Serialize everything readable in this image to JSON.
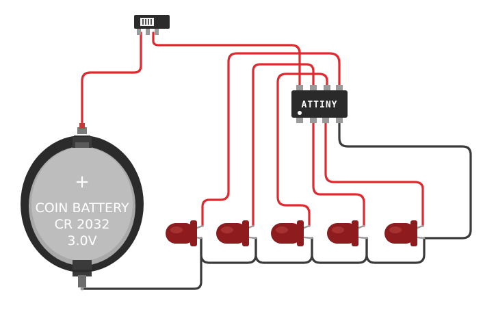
{
  "battery": {
    "line1": "COIN BATTERY",
    "line2": "CR 2032",
    "line3": "3.0V",
    "plus_symbol": "+"
  },
  "chip": {
    "label": "ATTINY"
  },
  "colors": {
    "wire_positive": "#e0282e",
    "wire_ground": "#3a3a3a",
    "led_body": "#8e1b1d",
    "battery_holder": "#2b2b2b",
    "battery_cell": "#b9b9b9",
    "chip_body": "#2a2a2a"
  },
  "components": {
    "switch": "slide-switch",
    "led_count": 5
  }
}
